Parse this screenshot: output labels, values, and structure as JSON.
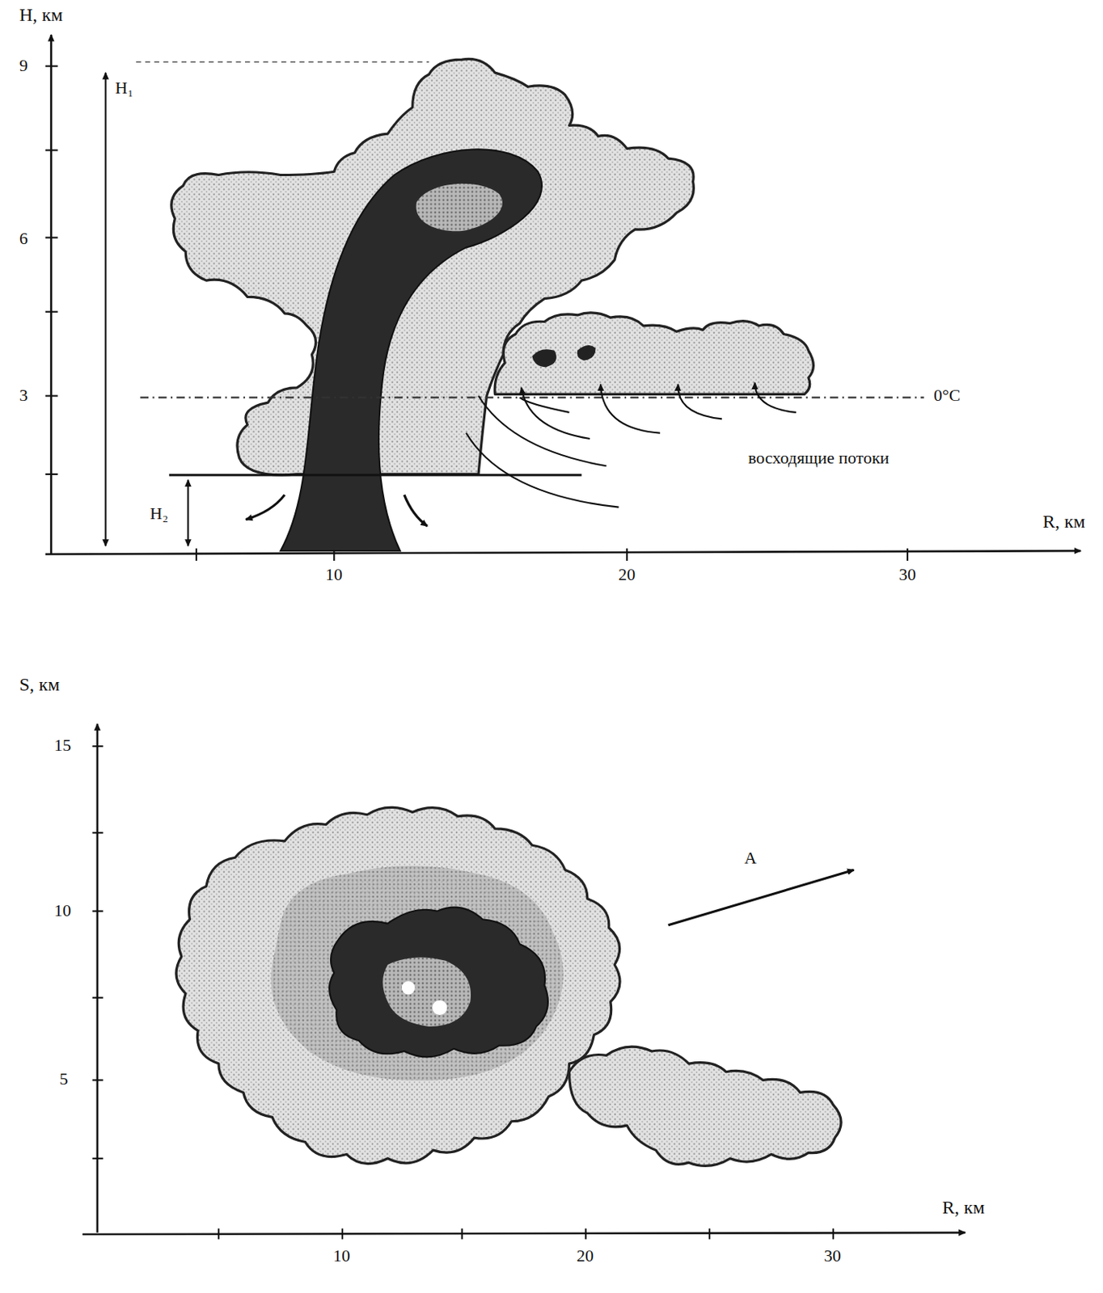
{
  "diagram": {
    "labels": [
      "H, км",
      "9",
      "6",
      "3",
      "H₁",
      "H₂",
      "0°C",
      "восходящие потоки",
      "R, км",
      "10",
      "20",
      "30",
      "S, км",
      "15",
      "10",
      "5",
      "A",
      "R, км",
      "10",
      "20",
      "30"
    ]
  }
}
